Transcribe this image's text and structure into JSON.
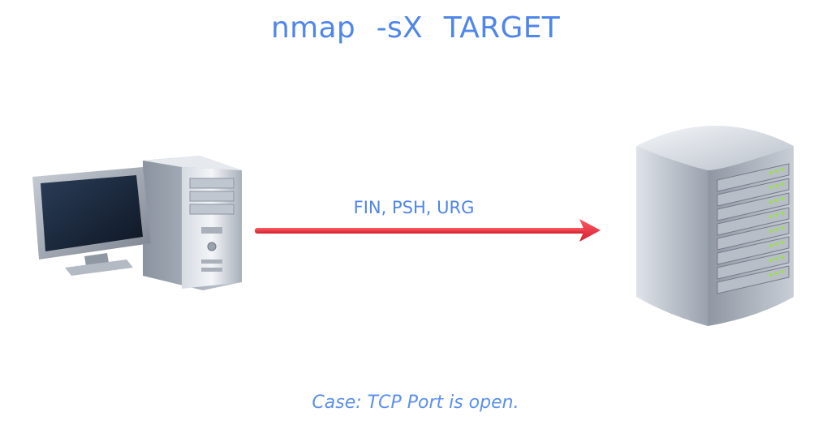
{
  "title": "nmap -sX TARGET",
  "arrow": {
    "label": "FIN, PSH, URG",
    "color": "#e8323f"
  },
  "caption": "Case: TCP Port is open.",
  "nodes": {
    "client_icon": "desktop-computer-icon",
    "server_icon": "server-rack-icon"
  },
  "colors": {
    "text_accent": "#4f86ea",
    "arrow": "#e8323f",
    "server_led": "#9be14a"
  }
}
